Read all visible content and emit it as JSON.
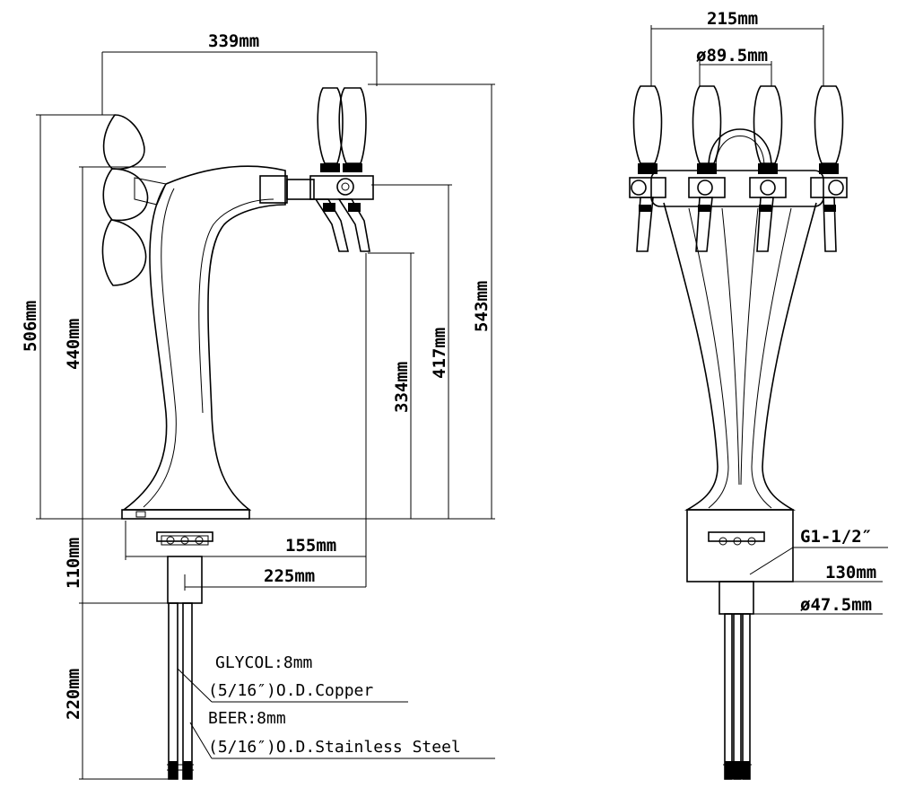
{
  "dimensions": {
    "width_side": "339mm",
    "height_total": "506mm",
    "height_column": "440mm",
    "height_tap": "417mm",
    "height_spout": "334mm",
    "height_handle": "543mm",
    "base_offset": "155mm",
    "spout_reach": "225mm",
    "shank": "110mm",
    "tubes_length": "220mm",
    "width_front": "215mm",
    "ring_diameter": "ø89.5mm",
    "thread": "G1-1/2″",
    "base_width": "130mm",
    "shank_diameter": "ø47.5mm"
  },
  "labels": {
    "glycol": "GLYCOL:8mm",
    "glycol_spec": "(5/16″)O.D.Copper",
    "beer": "BEER:8mm",
    "beer_spec": "(5/16″)O.D.Stainless Steel"
  }
}
